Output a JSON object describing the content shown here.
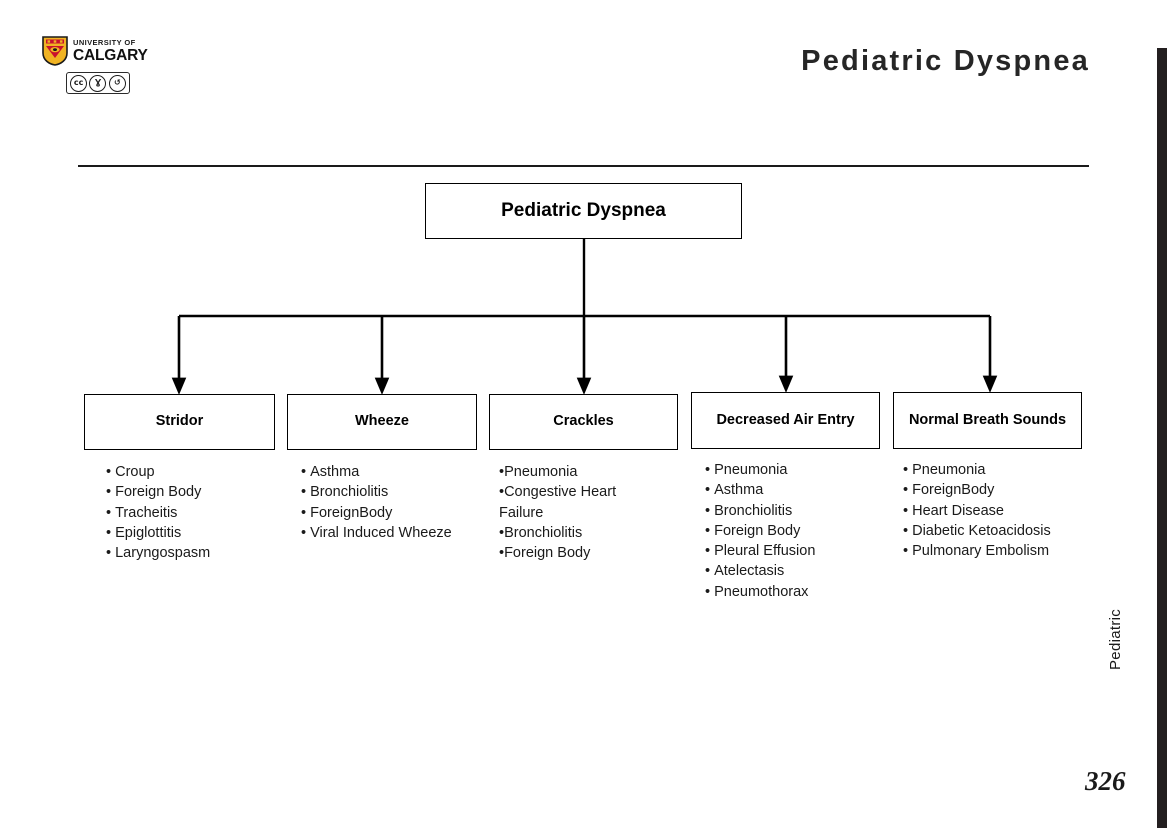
{
  "header": {
    "title": "Pediatric Dyspnea",
    "logo": {
      "institution_top": "UNIVERSITY OF",
      "institution_bottom": "CALGARY",
      "shield_colors": {
        "field": "#f0b323",
        "charge": "#c8102e",
        "outline": "#1a1a1a"
      }
    },
    "cc_badge": {
      "icons": [
        "cc-icon",
        "cc-by-person-icon",
        "cc-sa-share-icon"
      ],
      "glyphs": [
        "cc",
        "Ɣ",
        "↺"
      ]
    }
  },
  "sidebar": {
    "vertical_label": "Pediatric",
    "page_number": "326",
    "band_color": "#231f20"
  },
  "diagram": {
    "type": "flowchart",
    "root": {
      "label": "Pediatric Dyspnea"
    },
    "branches": [
      {
        "label": "Stridor",
        "bullet_style": "spaced",
        "items": [
          "Croup",
          "Foreign Body",
          "Tracheitis",
          "Epiglottitis",
          "Laryngospasm"
        ]
      },
      {
        "label": "Wheeze",
        "bullet_style": "spaced",
        "items": [
          "Asthma",
          "Bronchiolitis",
          "ForeignBody",
          "Viral Induced Wheeze"
        ]
      },
      {
        "label": "Crackles",
        "bullet_style": "tight",
        "items": [
          "Pneumonia",
          "Congestive Heart",
          "Bronchiolitis",
          "Foreign Body"
        ],
        "continuation_after": 1,
        "continuation_text": "Failure"
      },
      {
        "label": "Decreased Air Entry",
        "bullet_style": "spaced",
        "items": [
          "Pneumonia",
          "Asthma",
          "Bronchiolitis",
          "Foreign Body",
          "Pleural Effusion",
          "Atelectasis",
          "Pneumothorax"
        ]
      },
      {
        "label": "Normal Breath Sounds",
        "bullet_style": "spaced",
        "items": [
          "Pneumonia",
          "ForeignBody",
          "Heart Disease",
          "Diabetic Ketoacidosis",
          "Pulmonary Embolism"
        ]
      }
    ]
  }
}
